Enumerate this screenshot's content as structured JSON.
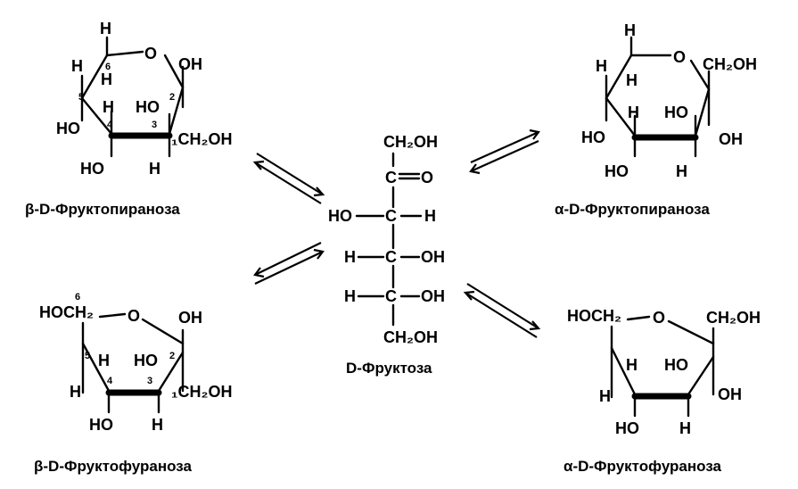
{
  "captions": {
    "beta_pyranose": "β-D-Фруктопираноза",
    "alpha_pyranose": "α-D-Фруктопираноза",
    "beta_furanose": "β-D-Фруктофураноза",
    "alpha_furanose": "α-D-Фруктофураноза",
    "open_chain": "D-Фруктоза"
  },
  "atoms": {
    "H": "H",
    "O": "O",
    "OH": "OH",
    "HO": "HO",
    "C": "C",
    "CH2OH": "CH₂OH",
    "HOCH2": "HOCH₂",
    "C_dbl_O": "C=O",
    "HO_dash": "HO—",
    "dash_H": "—H",
    "H_dash": "H—",
    "dash_OH": "—OH",
    "one_CH2OH": "₁CH₂OH"
  },
  "numbers": {
    "n1": "1",
    "n2": "2",
    "n3": "3",
    "n4": "4",
    "n5": "5",
    "n6": "6"
  }
}
